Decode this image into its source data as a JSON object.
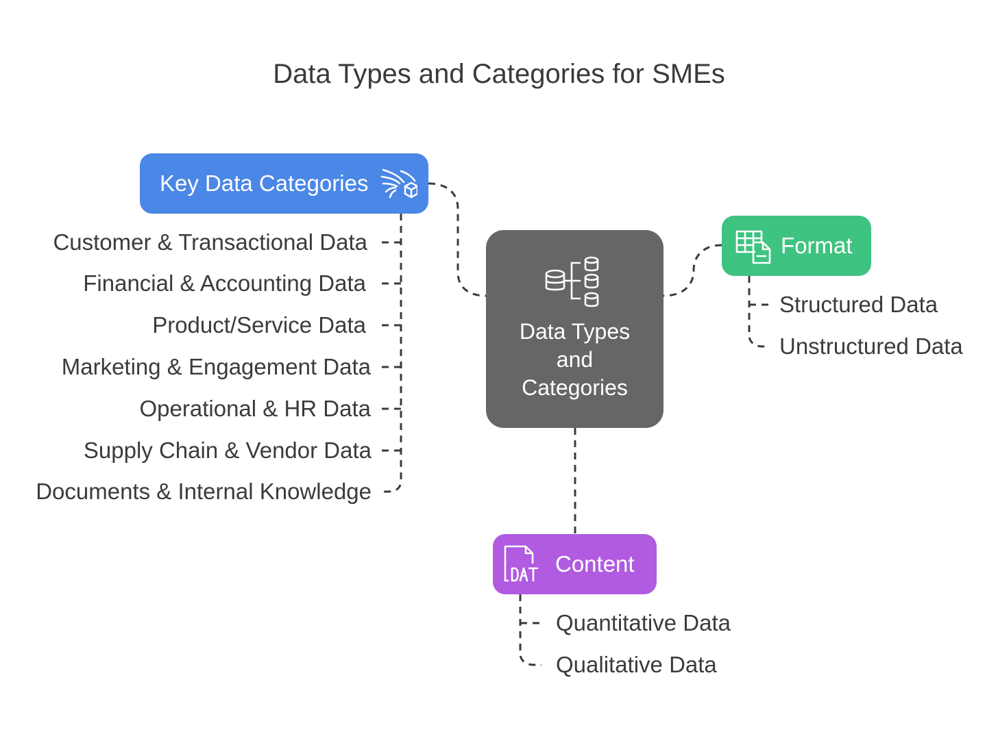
{
  "title": "Data Types and Categories for SMEs",
  "colors": {
    "key_categories": "#4a87e6",
    "center": "#666666",
    "format": "#3fc380",
    "content": "#b05be0",
    "connector": "#3b3b3b"
  },
  "center": {
    "label_lines": [
      "Data Types",
      "and",
      "Categories"
    ],
    "icon": "database-stack-icon"
  },
  "key_categories": {
    "label": "Key Data Categories",
    "icon": "data-flow-cube-icon",
    "items": [
      "Customer & Transactional Data",
      "Financial & Accounting Data",
      "Product/Service Data",
      "Marketing & Engagement Data",
      "Operational & HR Data",
      "Supply Chain & Vendor Data",
      "Documents & Internal Knowledge"
    ]
  },
  "format": {
    "label": "Format",
    "icon": "table-document-icon",
    "items": [
      "Structured Data",
      "Unstructured Data"
    ]
  },
  "content": {
    "label": "Content",
    "icon": "dat-file-icon",
    "items": [
      "Quantitative Data",
      "Qualitative Data"
    ]
  }
}
